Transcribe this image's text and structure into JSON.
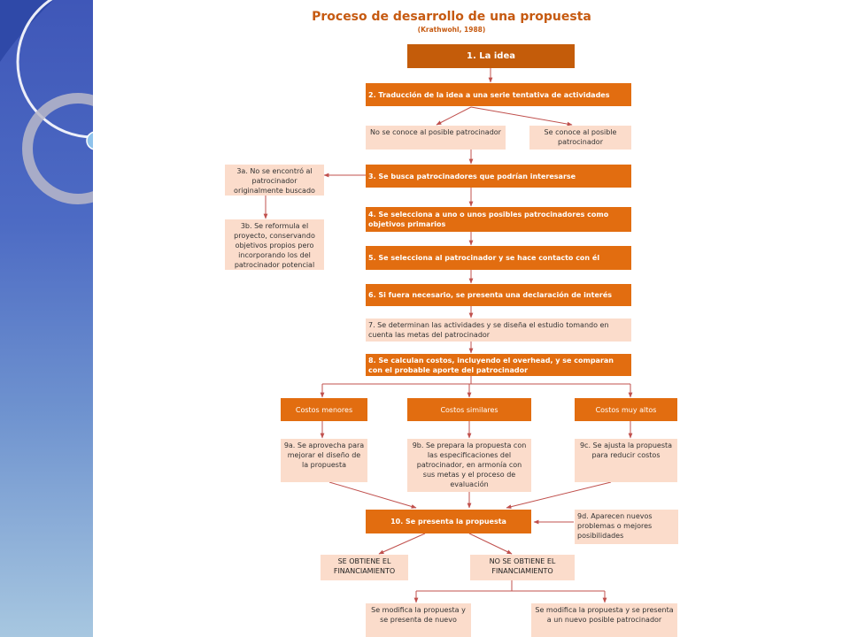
{
  "title": "Proceso de desarrollo de una propuesta",
  "subtitle": "(Krathwohl, 1988)",
  "colors": {
    "dark": "#e26d10",
    "darker": "#c45c0a",
    "light": "#fbdccb",
    "arrow": "#c0504d",
    "title": "#c65a11"
  },
  "nodes": {
    "n1": "1.  La idea",
    "n2": "2. Traducción de la idea a una serie tentativa de actividades",
    "n2a": "No se conoce al posible patrocinador",
    "n2b": "Se conoce al posible patrocinador",
    "n3": "3. Se busca patrocinadores que podrían interesarse",
    "n3a": "3a. No se encontró al patrocinador originalmente buscado",
    "n3b": "3b. Se reformula el proyecto, conservando objetivos propios pero incorporando los del patrocinador potencial",
    "n4": "4. Se selecciona a uno o unos posibles patrocinadores como objetivos primarios",
    "n5": "5. Se selecciona al patrocinador y se hace contacto con él",
    "n6": "6. Si fuera necesario, se presenta una declaración de interés",
    "n7": "7. Se determinan las actividades y se diseña el estudio tomando en cuenta las metas del patrocinador",
    "n8": "8. Se calculan costos, incluyendo el overhead, y se comparan con el probable aporte del patrocinador",
    "cost_low": "Costos menores",
    "cost_similar": "Costos similares",
    "cost_high": "Costos muy altos",
    "n9a": "9a. Se aprovecha para mejorar el diseño de la propuesta",
    "n9b": "9b. Se prepara la propuesta con las especificaciones del patrocinador, en armonía con sus metas y el proceso de evaluación",
    "n9c": "9c. Se ajusta la propuesta para reducir costos",
    "n9d": "9d. Aparecen nuevos problemas o mejores posibilidades",
    "n10": "10. Se presenta la propuesta",
    "funded": "SE OBTIENE EL FINANCIAMIENTO",
    "not_funded": "NO SE OBTIENE EL FINANCIAMIENTO",
    "modify_same": "Se modifica la propuesta y se presenta de nuevo",
    "modify_new": "Se modifica la propuesta y se presenta a un nuevo posible patrocinador"
  }
}
